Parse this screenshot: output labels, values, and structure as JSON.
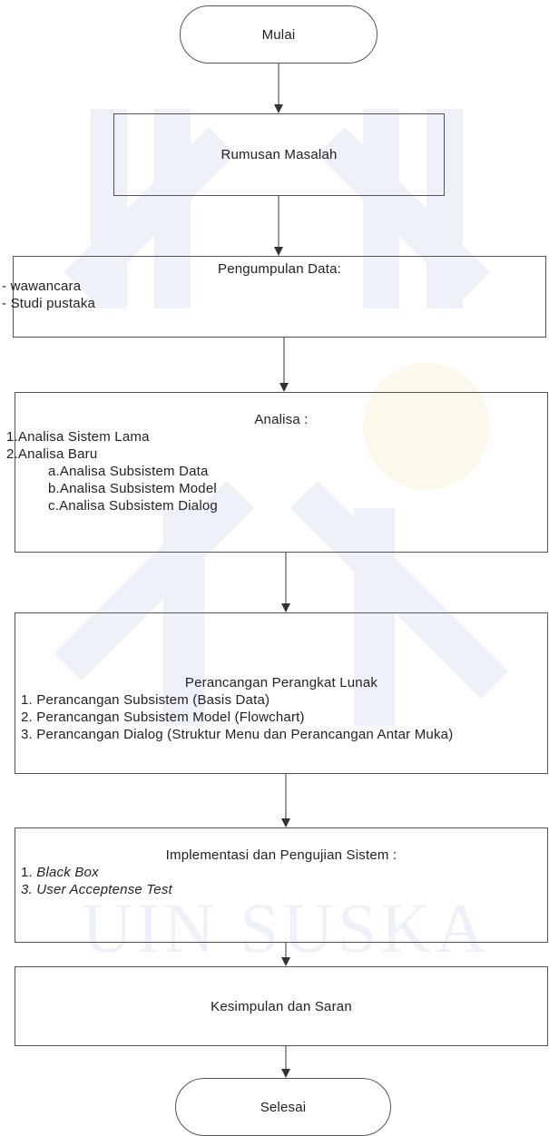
{
  "watermark": {
    "text": "UIN SUSKA",
    "color": "#1e4fa3"
  },
  "nodes": {
    "start": {
      "label": "Mulai"
    },
    "rumusan": {
      "label": "Rumusan Masalah"
    },
    "pengumpulan": {
      "title": "Pengumpulan Data:",
      "items": [
        "- wawancara",
        "- Studi pustaka"
      ]
    },
    "analisa": {
      "title": "Analisa :",
      "items": [
        "1.Analisa Sistem Lama",
        "2.Analisa Baru",
        "a.Analisa Subsistem Data",
        "b.Analisa Subsistem Model",
        "c.Analisa Subsistem Dialog"
      ]
    },
    "perancangan": {
      "title": "Perancangan Perangkat Lunak",
      "items": [
        "1. Perancangan Subsistem (Basis Data)",
        "2. Perancangan Subsistem Model (Flowchart)",
        "3. Perancangan Dialog (Struktur Menu dan Perancangan Antar Muka)"
      ]
    },
    "implementasi": {
      "title": "Implementasi dan Pengujian Sistem :",
      "item1_num": "1. ",
      "item1_text": "Black Box",
      "item2": "3. User Acceptense Test"
    },
    "kesimpulan": {
      "label": "Kesimpulan dan Saran"
    },
    "end": {
      "label": "Selesai"
    }
  },
  "colors": {
    "line": "#555555",
    "text": "#222222"
  }
}
